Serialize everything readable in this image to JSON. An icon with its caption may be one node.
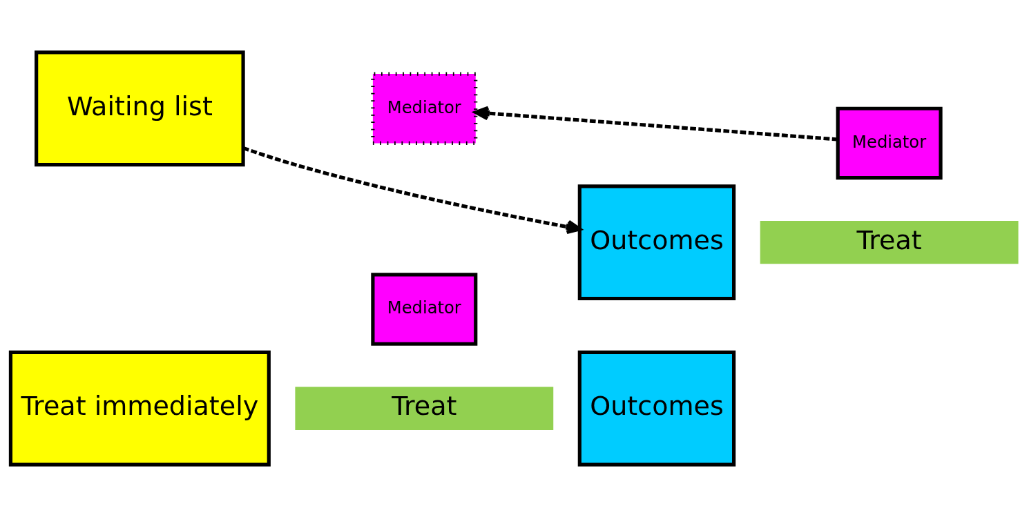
{
  "diagram": {
    "nodes": [
      {
        "text": [
          "Treat immediately"
        ]
      },
      {
        "text": [
          "Mediator"
        ]
      },
      {
        "text": [
          "Treat"
        ]
      },
      {
        "text": [
          "Outcomes"
        ]
      },
      {
        "text": [
          "Mediator"
        ]
      },
      {
        "text": [
          "Mediator"
        ]
      },
      {
        "text": [
          "Waiting list"
        ]
      },
      {
        "text": [
          "Outcomes"
        ]
      },
      {
        "text": [
          "Treat"
        ]
      }
    ],
    "edges": [
      {
        "from": 5,
        "to": 4,
        "arrow": "to",
        "style": "dashed"
      },
      {
        "from": 6,
        "to": 7,
        "arrow": "to",
        "style": "dashed"
      }
    ]
  }
}
